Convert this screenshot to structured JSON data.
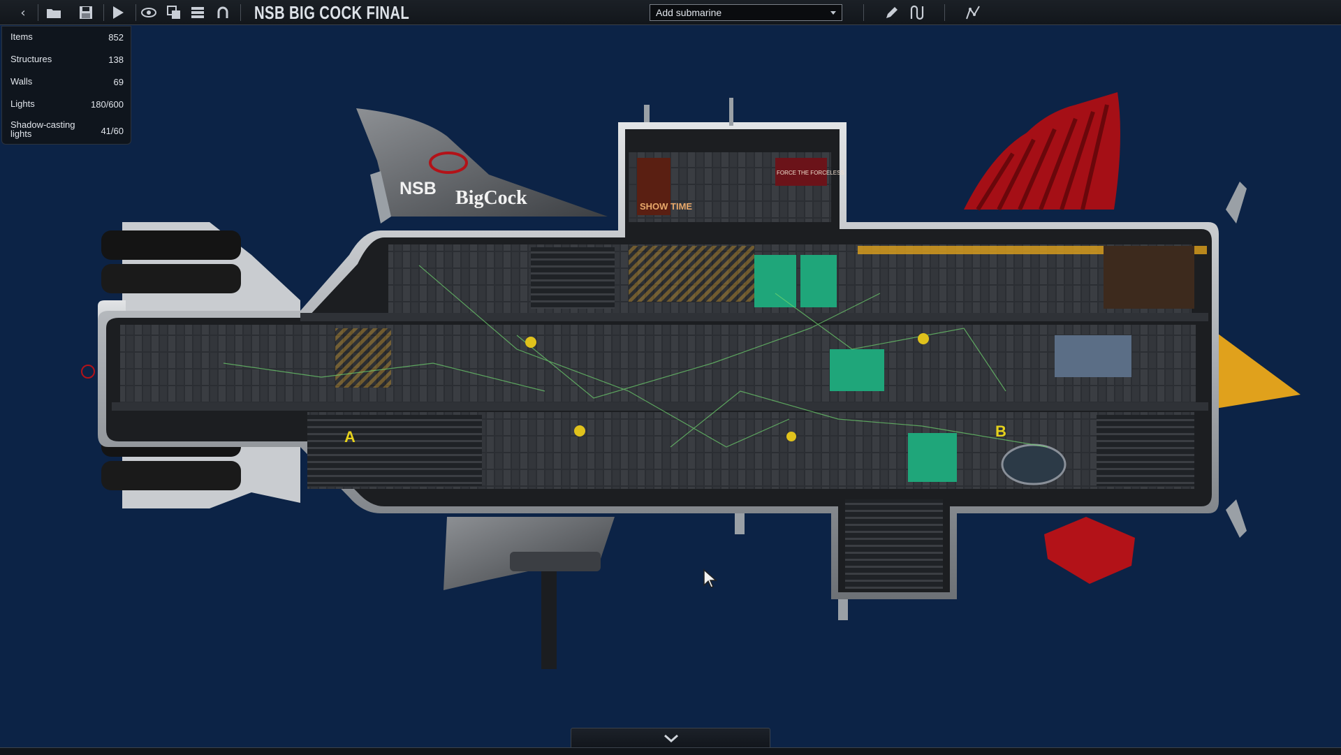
{
  "toolbar": {
    "title": "NSB BIG COCK FINAL",
    "add_submarine": {
      "value": "Add submarine"
    },
    "buttons": [
      "back-icon",
      "open-folder-icon",
      "save-icon",
      "play-icon",
      "visibility-icon",
      "layers-icon",
      "layers-list-icon",
      "undo-link-icon",
      "pencil-icon",
      "wire-icon",
      "waypoint-icon"
    ]
  },
  "stats": [
    {
      "label": "Items",
      "value": "852"
    },
    {
      "label": "Structures",
      "value": "138"
    },
    {
      "label": "Walls",
      "value": "69"
    },
    {
      "label": "Lights",
      "value": "180/600"
    },
    {
      "label": "Shadow-casting lights",
      "value": "41/60"
    }
  ],
  "submarine": {
    "hull_text_1": "NSB",
    "hull_text_2": "BigCock",
    "poster_1": "SHOW TIME",
    "poster_2": "FORCE THE FORCELESS",
    "docking_a": "A",
    "docking_b": "B"
  },
  "colors": {
    "background": "#0c2346",
    "hull": "#b9bcc0",
    "interior": "#2a2d31",
    "accent_red": "#b31218",
    "accent_yellow": "#e0a11c",
    "locker_green": "#1fa67a",
    "wire": "#6fd66f"
  }
}
